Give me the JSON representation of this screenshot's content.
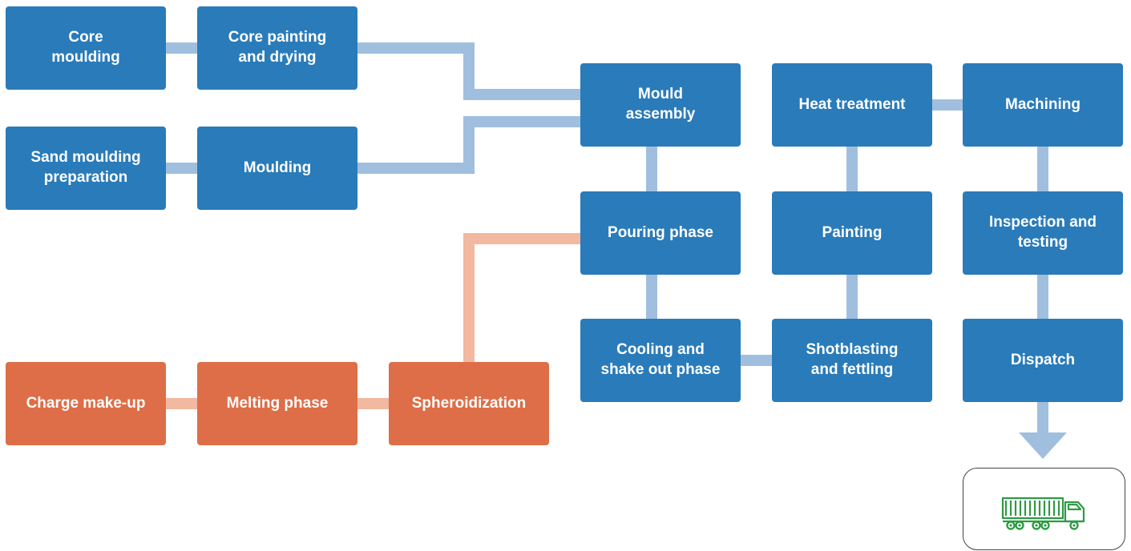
{
  "colors": {
    "process_blue": "#2a7bb9",
    "metal_orange": "#de6e47",
    "connector_blue": "#a0bfdf",
    "connector_orange": "#f2b8a0",
    "truck_green": "#2f9a44"
  },
  "nodes": {
    "core_moulding": "Core\nmoulding",
    "core_painting": "Core painting\nand drying",
    "sand_prep": "Sand moulding\npreparation",
    "moulding": "Moulding",
    "mould_assembly": "Mould\nassembly",
    "pouring": "Pouring phase",
    "cooling": "Cooling and\nshake out phase",
    "shotblasting": "Shotblasting\nand fettling",
    "painting": "Painting",
    "heat_treatment": "Heat treatment",
    "machining": "Machining",
    "inspection": "Inspection and\ntesting",
    "dispatch": "Dispatch",
    "charge_makeup": "Charge make-up",
    "melting": "Melting phase",
    "spheroidization": "Spheroidization"
  },
  "icons": {
    "dispatch_target": "truck-icon"
  }
}
